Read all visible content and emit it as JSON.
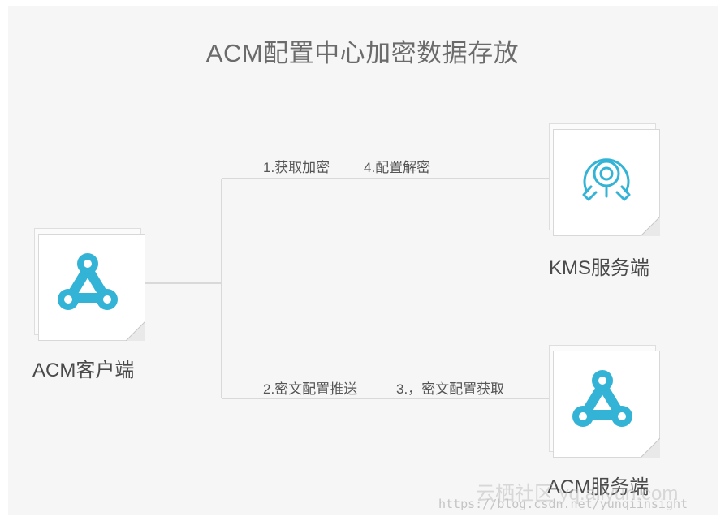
{
  "title": "ACM配置中心加密数据存放",
  "nodes": {
    "acm_client": {
      "label": "ACM客户端",
      "icon": "chain-link-icon"
    },
    "kms_server": {
      "label": "KMS服务端",
      "icon": "key-shield-icon"
    },
    "acm_server": {
      "label": "ACM服务端",
      "icon": "chain-link-icon"
    }
  },
  "edges": {
    "to_kms": {
      "label_1": "1.获取加密",
      "label_2": "4.配置解密"
    },
    "to_acm": {
      "label_1": "2.密文配置推送",
      "label_2": "3.，密文配置获取"
    }
  },
  "watermark": {
    "text": "云栖社区 yq.aliyun.com",
    "url": "https://blog.csdn.net/yunqiinsight"
  },
  "colors": {
    "accent": "#33b3d6",
    "line": "#d9d9d9",
    "text": "#4a4a4a"
  }
}
